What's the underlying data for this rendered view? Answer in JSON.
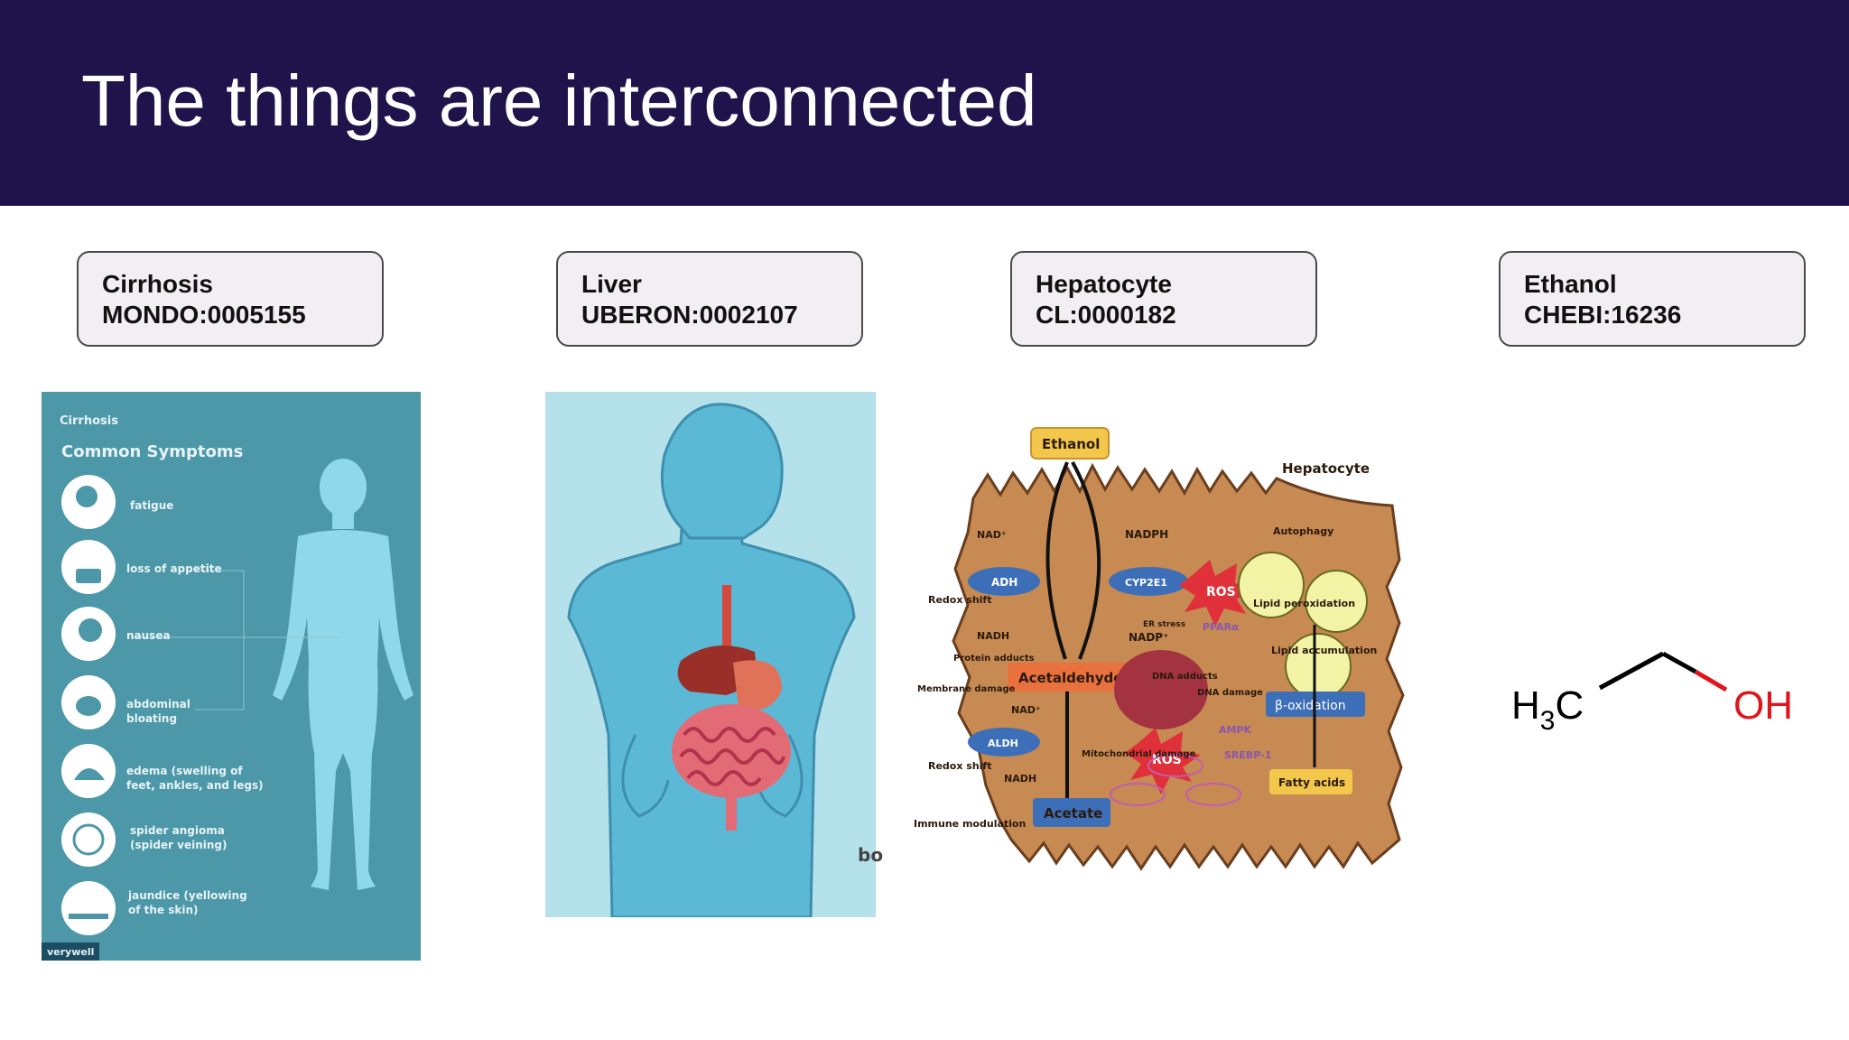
{
  "slide": {
    "title": "The things are interconnected",
    "colors": {
      "header_bg": "#1e144b",
      "card_bg": "#f1eff3",
      "oh_red": "#e0151b"
    }
  },
  "cards": [
    {
      "name": "Cirrhosis",
      "id": "MONDO:0005155"
    },
    {
      "name": "Liver",
      "id": "UBERON:0002107"
    },
    {
      "name": "Hepatocyte",
      "id": "CL:0000182"
    },
    {
      "name": "Ethanol",
      "id": "CHEBI:16236"
    }
  ],
  "symptoms_panel": {
    "kicker": "Cirrhosis",
    "heading": "Common Symptoms",
    "items": [
      "fatigue",
      "loss of appetite",
      "nausea",
      "abdominal",
      "bloating",
      "edema (swelling of",
      "feet, ankles, and legs)",
      "spider angioma",
      "(spider veining)",
      "jaundice (yellowing",
      "of the skin)"
    ],
    "logo": "verywell"
  },
  "liver_panel": {
    "side_text": "bo"
  },
  "hepatocyte_panel": {
    "label": "Hepatocyte",
    "ethanol": "Ethanol",
    "acetaldehyde": "Acetaldehyde",
    "acetate": "Acetate",
    "adh": "ADH",
    "cyp2e1": "CYP2E1",
    "aldh": "ALDH",
    "ros": "ROS",
    "nad": "NAD⁺",
    "nadh": "NADH",
    "nadph": "NADPH",
    "nadp": "NADP⁺",
    "redox_shift": "Redox shift",
    "protein_adducts": "Protein adducts",
    "membrane_damage": "Membrane damage",
    "immune_modulation": "Immune modulation",
    "dna_adducts": "DNA adducts",
    "dna_damage": "DNA damage",
    "er_stress": "ER stress",
    "ppara": "PPARα",
    "autophagy": "Autophagy",
    "lipid_peroxidation": "Lipid peroxidation",
    "lipid_accumulation": "Lipid accumulation",
    "beta_oxidation": "β-oxidation",
    "ampk": "AMPK",
    "srebp1": "SREBP-1",
    "fatty_acids": "Fatty acids",
    "mito_damage": "Mitochondrial damage"
  },
  "ethanol_structure": {
    "left_group": "H",
    "subscript": "3",
    "left_c": "C",
    "right_group": "OH"
  }
}
